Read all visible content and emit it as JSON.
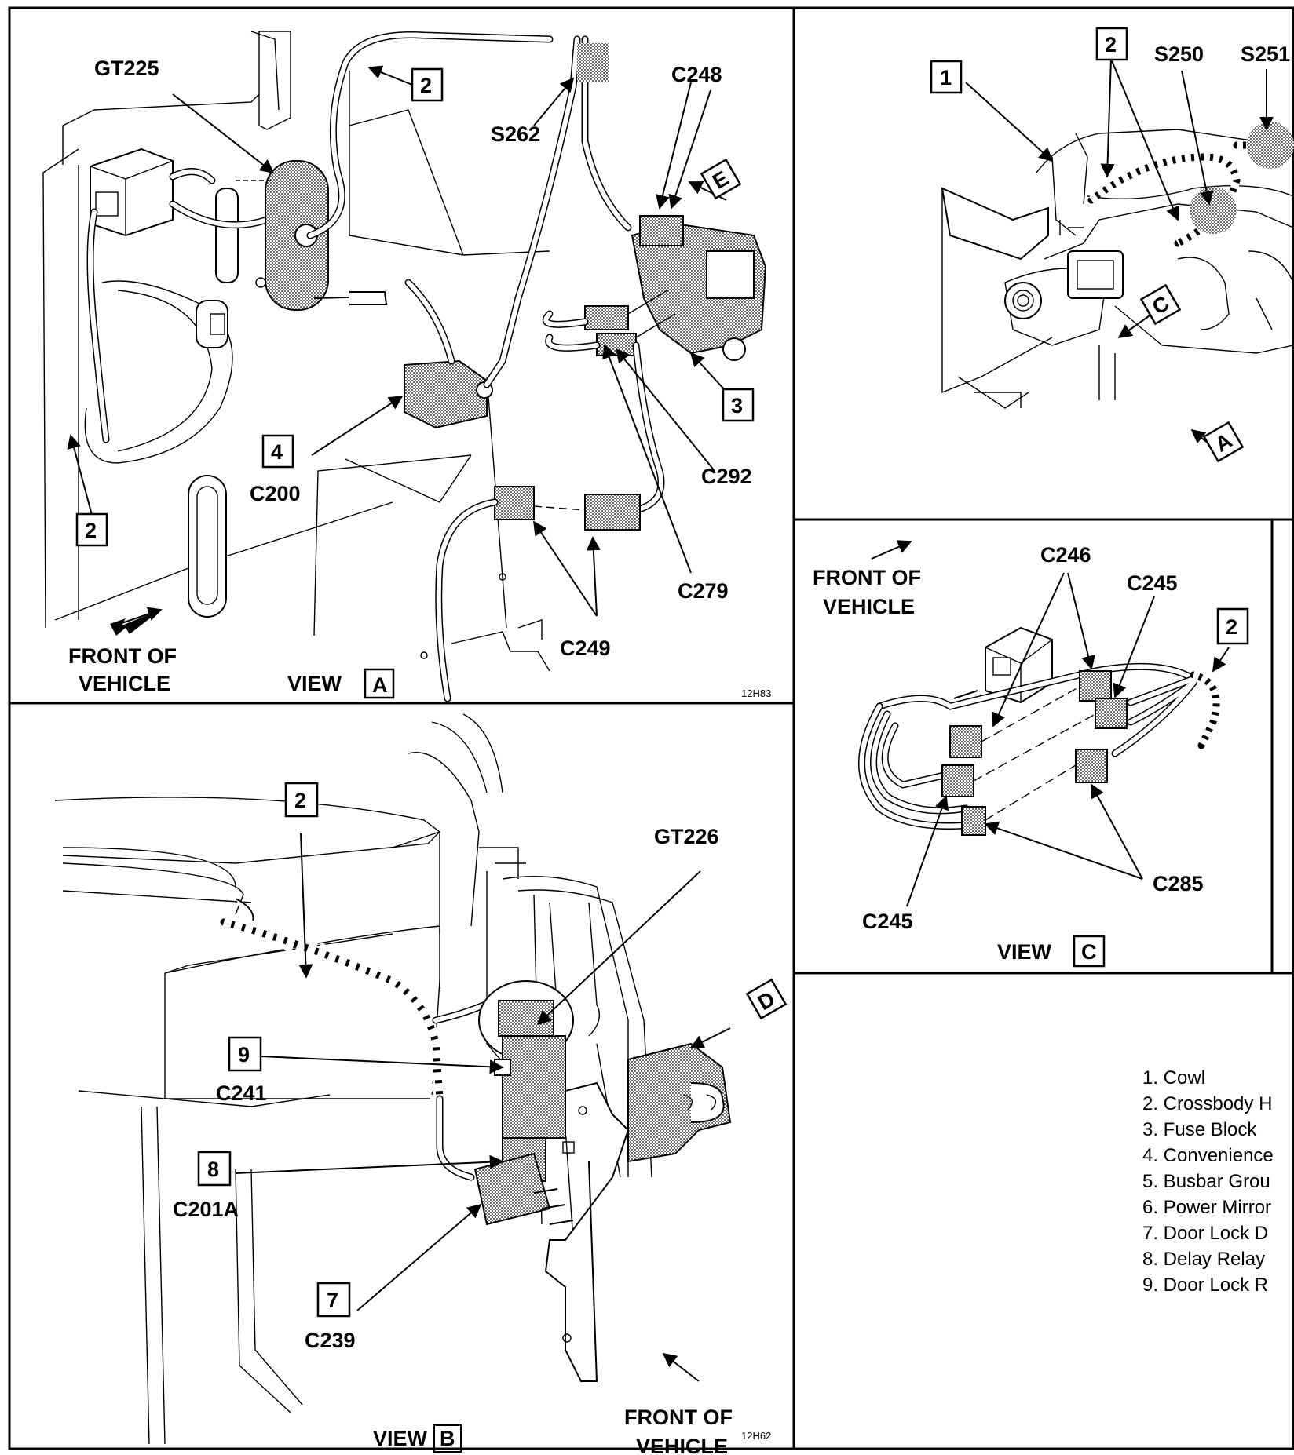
{
  "view_a": {
    "labels": {
      "gt225": "GT225",
      "s262": "S262",
      "c248": "C248",
      "c200": "C200",
      "c292": "C292",
      "c279": "C279",
      "c249": "C249",
      "front1": "FRONT OF",
      "front2": "VEHICLE",
      "view": "VIEW",
      "view_letter": "A",
      "code": "12H83"
    },
    "callouts": [
      "2",
      "3",
      "4",
      "2"
    ],
    "arrow_letter": "E"
  },
  "view_b": {
    "labels": {
      "gt226": "GT226",
      "c241": "C241",
      "c201a": "C201A",
      "c239": "C239",
      "front1": "FRONT OF",
      "front2": "VEHICLE",
      "view": "VIEW",
      "view_letter": "B",
      "code": "12H62"
    },
    "callouts": [
      "2",
      "9",
      "8",
      "7"
    ],
    "arrow_letter": "D"
  },
  "top_right": {
    "labels": {
      "s250": "S250",
      "s251": "S251"
    },
    "callouts": [
      "1",
      "2"
    ],
    "arrow_letters": [
      "C",
      "A"
    ]
  },
  "view_c": {
    "labels": {
      "front1": "FRONT OF",
      "front2": "VEHICLE",
      "c246": "C246",
      "c245a": "C245",
      "c245b": "C245",
      "c285": "C285",
      "view": "VIEW",
      "view_letter": "C"
    },
    "callouts": [
      "2"
    ]
  },
  "legend": [
    "1. Cowl",
    "2. Crossbody H",
    "3. Fuse Block",
    "4. Convenience",
    "5. Busbar Grou",
    "6. Power Mirror",
    "7. Door Lock D",
    "8. Delay Relay",
    "9. Door Lock R"
  ]
}
